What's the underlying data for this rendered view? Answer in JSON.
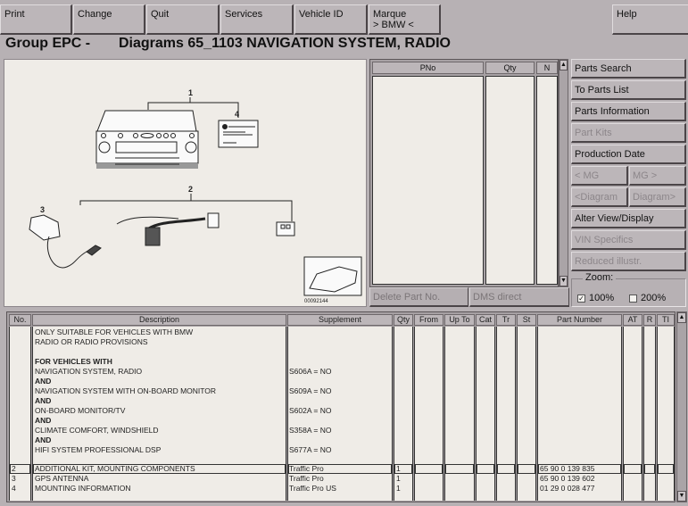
{
  "menubar": {
    "items": [
      "Print",
      "Change",
      "Quit",
      "Services",
      "Vehicle ID"
    ],
    "marque_label": "Marque",
    "marque_value": "> BMW <",
    "help": "Help"
  },
  "title": {
    "group": "Group EPC -",
    "diagram": "Diagrams 65_1103 NAVIGATION SYSTEM, RADIO"
  },
  "diagram": {
    "callouts": [
      "1",
      "2",
      "3",
      "4"
    ],
    "image_number": "00092144"
  },
  "parts_list": {
    "headers": [
      "PNo",
      "Qty",
      "N"
    ],
    "delete_label": "Delete Part No.",
    "dms_label": "DMS direct"
  },
  "right_panel": {
    "parts_search": "Parts Search",
    "to_parts_list": "To Parts List",
    "parts_information": "Parts Information",
    "part_kits": "Part Kits",
    "production_date": "Production Date",
    "mg_prev": "< MG",
    "mg_next": "MG >",
    "diagram_prev": "<Diagram",
    "diagram_next": "Diagram>",
    "alter_view": "Alter View/Display",
    "vin_specifics": "VIN Specifics",
    "reduced_illustr": "Reduced illustr.",
    "zoom_label": "Zoom:",
    "zoom_100": "100%",
    "zoom_200": "200%",
    "zoom_100_checked": "✓",
    "zoom_200_checked": ""
  },
  "table": {
    "headers": [
      "No.",
      "Description",
      "Supplement",
      "Qty",
      "From",
      "Up To",
      "Cat",
      "Tr",
      "St",
      "Part Number",
      "AT",
      "R",
      "TI"
    ],
    "notes": [
      {
        "text": "ONLY SUITABLE FOR VEHICLES WITH BMW",
        "bold": false,
        "supplement": ""
      },
      {
        "text": "RADIO OR RADIO PROVISIONS",
        "bold": false,
        "supplement": ""
      },
      {
        "text": "",
        "bold": false,
        "supplement": ""
      },
      {
        "text": "FOR VEHICLES WITH",
        "bold": true,
        "supplement": ""
      },
      {
        "text": "NAVIGATION SYSTEM, RADIO",
        "bold": false,
        "supplement": "S606A = NO"
      },
      {
        "text": "AND",
        "bold": true,
        "supplement": ""
      },
      {
        "text": "NAVIGATION SYSTEM WITH ON-BOARD MONITOR",
        "bold": false,
        "supplement": "S609A = NO"
      },
      {
        "text": "AND",
        "bold": true,
        "supplement": ""
      },
      {
        "text": "ON-BOARD MONITOR/TV",
        "bold": false,
        "supplement": "S602A = NO"
      },
      {
        "text": "AND",
        "bold": true,
        "supplement": ""
      },
      {
        "text": "CLIMATE COMFORT, WINDSHIELD",
        "bold": false,
        "supplement": "S358A = NO"
      },
      {
        "text": "AND",
        "bold": true,
        "supplement": ""
      },
      {
        "text": "HIFI SYSTEM PROFESSIONAL DSP",
        "bold": false,
        "supplement": "S677A = NO"
      }
    ],
    "rows": [
      {
        "no": "2",
        "description": "ADDITIONAL KIT, MOUNTING COMPONENTS",
        "supplement": "Traffic Pro",
        "qty": "1",
        "part_number": "65 90 0 139 835",
        "selected": true
      },
      {
        "no": "3",
        "description": "GPS ANTENNA",
        "supplement": "Traffic Pro",
        "qty": "1",
        "part_number": "65 90 0 139 602",
        "selected": false
      },
      {
        "no": "4",
        "description": "MOUNTING INFORMATION",
        "supplement": "Traffic Pro US",
        "qty": "1",
        "part_number": "01 29 0 028 477",
        "selected": false
      }
    ]
  }
}
